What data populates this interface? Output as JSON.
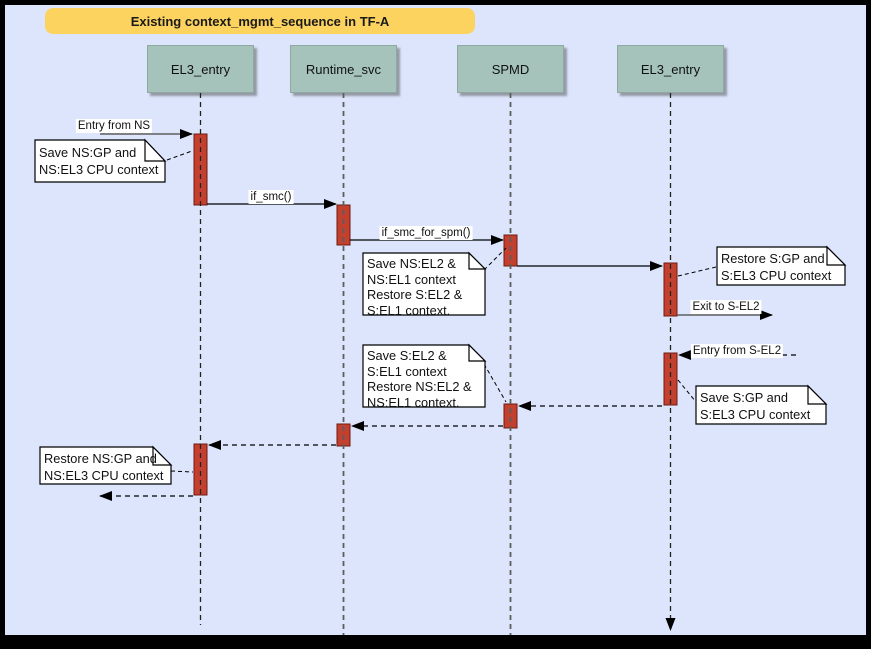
{
  "title": "Existing context_mgmt_sequence in TF-A",
  "lifelines": [
    {
      "label": "EL3_entry"
    },
    {
      "label": "Runtime_svc"
    },
    {
      "label": "SPMD"
    },
    {
      "label": "EL3_entry"
    }
  ],
  "messages": {
    "entry_from_ns": "Entry from NS",
    "if_smc": "if_smc()",
    "if_smc_for_spm": "if_smc_for_spm()",
    "exit_to_sel2": "Exit to S-EL2",
    "entry_from_sel2": "Entry from S-EL2"
  },
  "notes": {
    "save_ns_gp": "Save NS:GP and\nNS:EL3 CPU context",
    "save_ns_el2": "Save NS:EL2 &\nNS:EL1 context\nRestore S:EL2 &\nS:EL1 context.",
    "restore_s_gp": "Restore S:GP and\nS:EL3 CPU context",
    "save_s_el2": "Save S:EL2 &\nS:EL1 context\nRestore NS:EL2 &\nNS:EL1 context.",
    "save_s_gp": "Save S:GP and\nS:EL3 CPU context",
    "restore_ns_gp": "Restore NS:GP and\nNS:EL3 CPU context"
  },
  "colors": {
    "canvas_background": "#dce5fb",
    "title_background": "#fcd35f",
    "lifeline_box": "#a5c3bb",
    "activation_fill": "#c4402e",
    "activation_border": "#6e1a10",
    "note_background": "#ffffff",
    "line": "#000000"
  }
}
